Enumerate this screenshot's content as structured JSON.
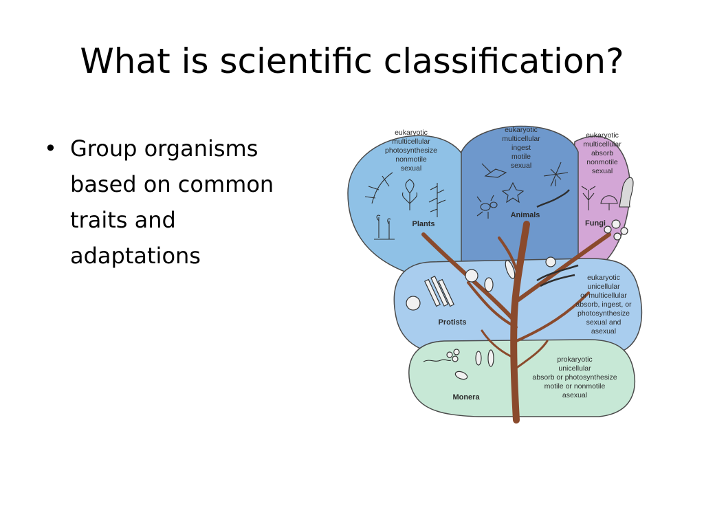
{
  "slide": {
    "title": "What is scientific classification?",
    "bullets": [
      {
        "lines": [
          "Group organisms",
          "based on common",
          "traits and",
          "adaptations"
        ]
      }
    ]
  },
  "diagram": {
    "kingdoms": {
      "plants": {
        "name": "Plants",
        "traits": [
          "eukaryotic",
          "multicellular",
          "photosynthesize",
          "nonmotile",
          "sexual"
        ]
      },
      "animals": {
        "name": "Animals",
        "traits": [
          "eukaryotic",
          "multicellular",
          "ingest",
          "motile",
          "sexual"
        ]
      },
      "fungi": {
        "name": "Fungi",
        "traits": [
          "eukaryotic",
          "multicellular",
          "absorb",
          "nonmotile",
          "sexual"
        ]
      },
      "protists": {
        "name": "Protists",
        "traits": [
          "eukaryotic",
          "unicellular",
          "or multicellular",
          "absorb, ingest, or",
          "photosynthesize",
          "sexual and",
          "asexual"
        ]
      },
      "monera": {
        "name": "Monera",
        "traits": [
          "prokaryotic",
          "unicellular",
          "absorb or photosynthesize",
          "motile or nonmotile",
          "asexual"
        ]
      }
    },
    "colors": {
      "plants": "#8fc1e6",
      "animals": "#6e98cc",
      "fungi": "#d3a6d6",
      "protists": "#a9cdee",
      "monera": "#c7e8d6",
      "trunk": "#8a4a2c",
      "border": "#4a4a4a"
    }
  }
}
